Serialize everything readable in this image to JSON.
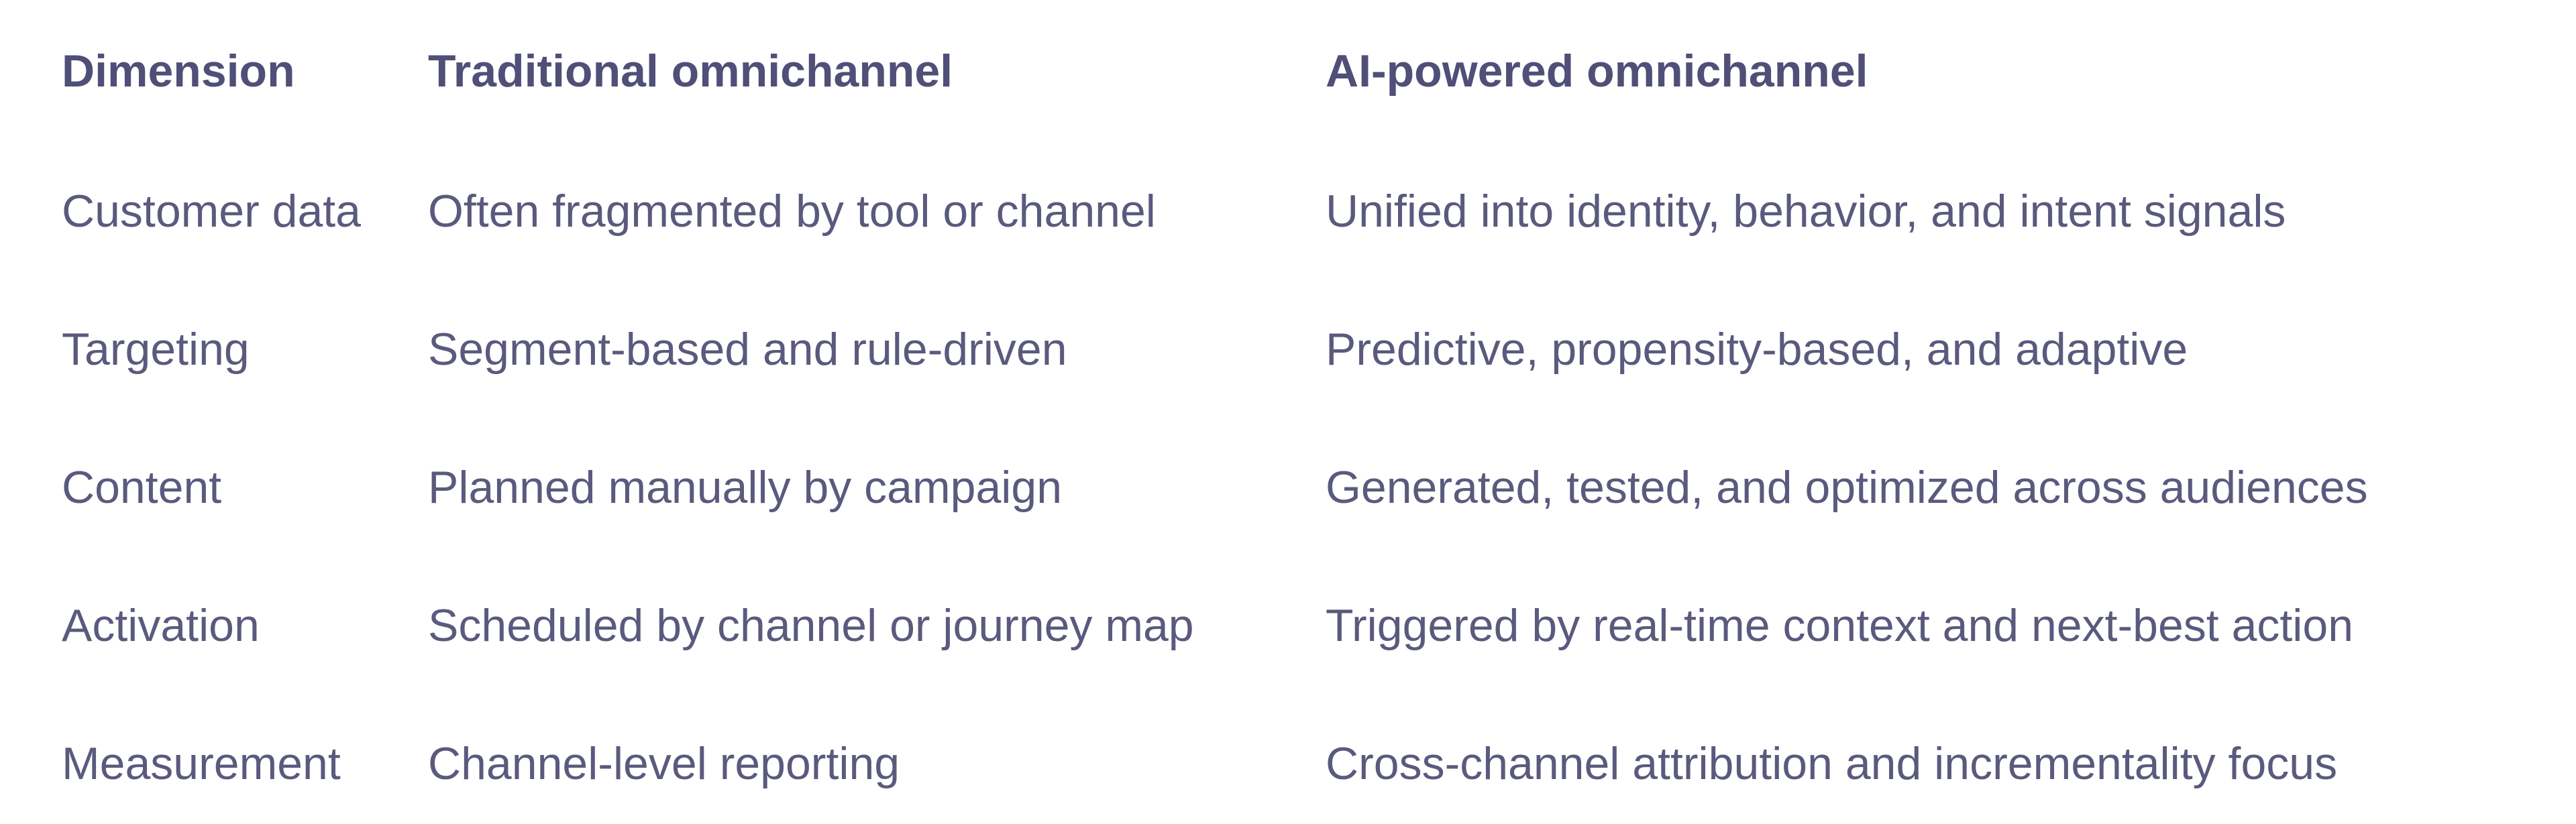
{
  "table": {
    "headers": [
      "Dimension",
      "Traditional omnichannel",
      "AI-powered omnichannel"
    ],
    "rows": [
      [
        "Customer data",
        "Often fragmented by tool or channel",
        "Unified into identity, behavior, and intent signals"
      ],
      [
        "Targeting",
        "Segment-based and rule-driven",
        "Predictive, propensity-based, and adaptive"
      ],
      [
        "Content",
        "Planned manually by campaign",
        "Generated, tested, and optimized across audiences"
      ],
      [
        "Activation",
        "Scheduled by channel or journey map",
        "Triggered by real-time context and next-best action"
      ],
      [
        "Measurement",
        "Channel-level reporting",
        "Cross-channel attribution and incrementality focus"
      ]
    ]
  },
  "colors": {
    "background": "#ffffff",
    "header_text": "#4f4f78",
    "body_text": "#5a5a7e"
  }
}
